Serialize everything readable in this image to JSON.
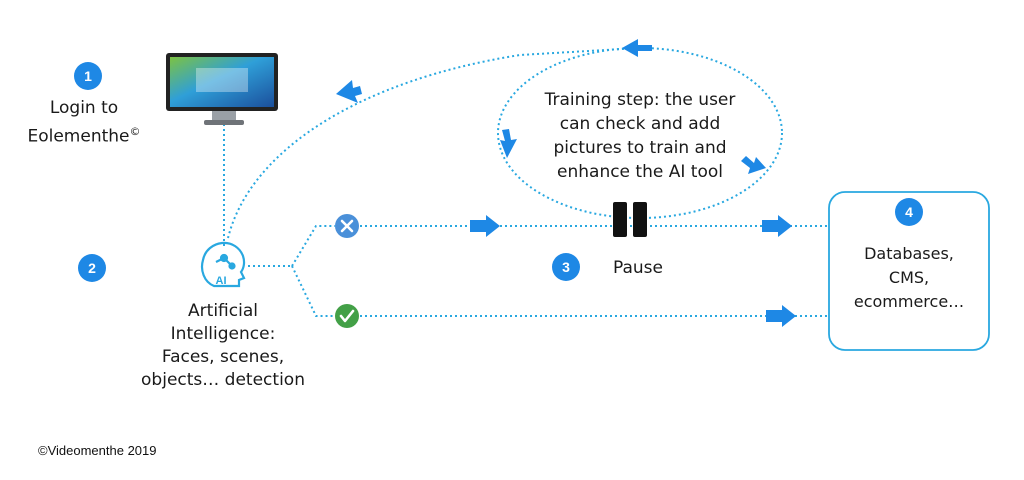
{
  "colors": {
    "accent": "#1e88e5",
    "dotted_line": "#29a8e0",
    "reject": "#4a90d9",
    "approve": "#43a047",
    "pause": "#111111"
  },
  "steps": [
    {
      "badge": "1",
      "text": "Login to Eolementhe©"
    },
    {
      "badge": "2",
      "text": "Artificial Intelligence: Faces, scenes, objects… detection"
    },
    {
      "badge": "3",
      "text": "Pause"
    },
    {
      "badge": "4",
      "text": "Databases, CMS, ecommerce…"
    }
  ],
  "step1": {
    "line1": "Login to",
    "line2": "Eolementhe",
    "mark": "©"
  },
  "step2": {
    "icon_label": "AI",
    "lines": [
      "Artificial",
      "Intelligence:",
      "Faces, scenes,",
      "objects… detection"
    ]
  },
  "step3": {
    "label": "Pause"
  },
  "step4": {
    "lines": [
      "Databases,",
      "CMS,",
      "ecommerce…"
    ]
  },
  "training": {
    "lines": [
      "Training step: the user",
      "can check and add",
      "pictures to train and",
      "enhance the AI tool"
    ]
  },
  "icons": {
    "monitor": "monitor-icon",
    "ai_head": "ai-head-icon",
    "reject": "x-circle-icon",
    "approve": "check-circle-icon",
    "pause": "pause-icon"
  },
  "footer": "©Videomenthe 2019"
}
